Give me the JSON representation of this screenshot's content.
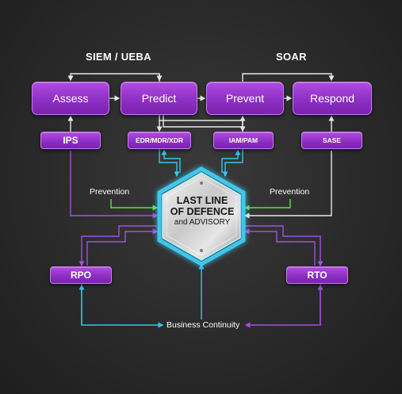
{
  "headings": {
    "left": "SIEM / UEBA",
    "right": "SOAR"
  },
  "stages": [
    "Assess",
    "Predict",
    "Prevent",
    "Respond"
  ],
  "tools": [
    "IPS",
    "EDR/MDR/XDR",
    "IAM/PAM",
    "SASE"
  ],
  "center": {
    "line1": "LAST LINE",
    "line2": "OF DEFENCE",
    "line3": "and ADVISORY"
  },
  "side_labels": {
    "prevention_left": "Prevention",
    "prevention_right": "Prevention"
  },
  "metrics": {
    "left": "RPO",
    "right": "RTO"
  },
  "bottom_label": "Business Continuity",
  "colors": {
    "box_fill": "#9a3cd2",
    "white_arrow": "#e8e8e8",
    "cyan_arrow": "#35c6e8",
    "purple_arrow": "#a44fe0",
    "green_arrow": "#5fe04a",
    "hex_glow": "#3fd8ff"
  }
}
